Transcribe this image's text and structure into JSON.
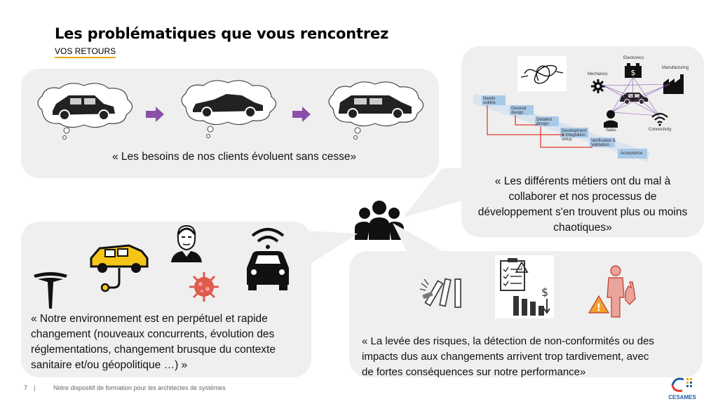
{
  "header": {
    "title": "Les problématiques que vous rencontrez",
    "subtitle": "VOS RETOURS"
  },
  "bubbles": {
    "clients": {
      "quote": "« Les besoins de nos clients évoluent sans cesse»"
    },
    "metiers": {
      "quote_lines": [
        "« Les différents métiers ont du mal à",
        "collaborer et nos processus de",
        "développement s'en trouvent plus ou moins",
        "chaotiques»"
      ],
      "diagram_labels": {
        "electronics": "Electronics",
        "mechanics": "Mechanics",
        "manufacturing": "Manufacturing",
        "sales": "Sales",
        "connectivity": "Connectivity",
        "needs": "Needs outline",
        "general": "General design",
        "detailed": "Detailed design",
        "development": "Development & integration setup",
        "verification": "Verification & Validation",
        "acceptance": "Acceptance"
      }
    },
    "environnement": {
      "quote_lines": [
        "« Notre environnement est en perpétuel et rapide",
        "changement (nouveaux concurrents, évolution des",
        "réglementations, changement brusque du contexte",
        "sanitaire et/ou géopolitique …) »"
      ]
    },
    "risques": {
      "quote_lines": [
        "« La levée des risques, la détection de non-conformités ou des",
        "impacts dus aux changements arrivent trop tardivement, avec",
        "de fortes conséquences sur notre performance»"
      ]
    }
  },
  "footer": {
    "page": "7",
    "separator": "|",
    "text": "Notre dispositif de formation pour les architectes de systèmes",
    "logo_text": "CESAMES"
  },
  "colors": {
    "bubble": "#efefef",
    "arrow": "#8a4fa8",
    "accent_underline": "#f0a800",
    "red": "#e03a2f",
    "yellow": "#f5c518",
    "flow_blue": "#a9c9e8"
  }
}
